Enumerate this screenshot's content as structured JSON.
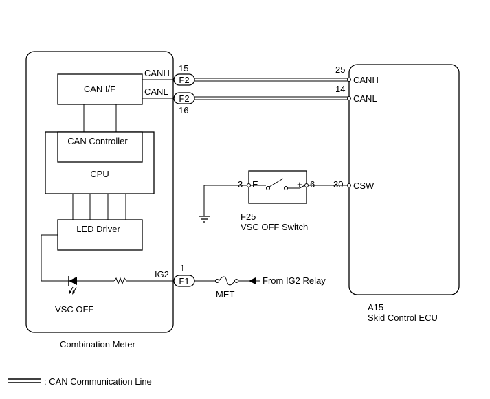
{
  "combination_meter": {
    "title": "Combination Meter",
    "can_if": "CAN I/F",
    "can_controller": "CAN Controller",
    "cpu": "CPU",
    "led_driver": "LED Driver",
    "indicator": "VSC OFF"
  },
  "connectors": {
    "canh_signal": "CANH",
    "canl_signal": "CANL",
    "ig2_signal": "IG2",
    "f2_upper": "F2",
    "f2_lower": "F2",
    "f1": "F1",
    "pin_canh_meter": "15",
    "pin_canl_meter": "16",
    "pin_ig2": "1",
    "pin_canh_ecu": "25",
    "pin_canl_ecu": "14",
    "pin_csw_ecu": "30"
  },
  "switch": {
    "pin_e_num": "3",
    "pin_e": "E",
    "pin_plus": "+",
    "pin_plus_num": "6",
    "connector": "F25",
    "name": "VSC OFF Switch"
  },
  "power": {
    "fuse": "MET",
    "source": "From IG2 Relay"
  },
  "ecu": {
    "canh": "CANH",
    "canl": "CANL",
    "csw": "CSW",
    "connector": "A15",
    "name": "Skid Control ECU"
  },
  "legend": {
    "can_line": ": CAN Communication Line"
  }
}
